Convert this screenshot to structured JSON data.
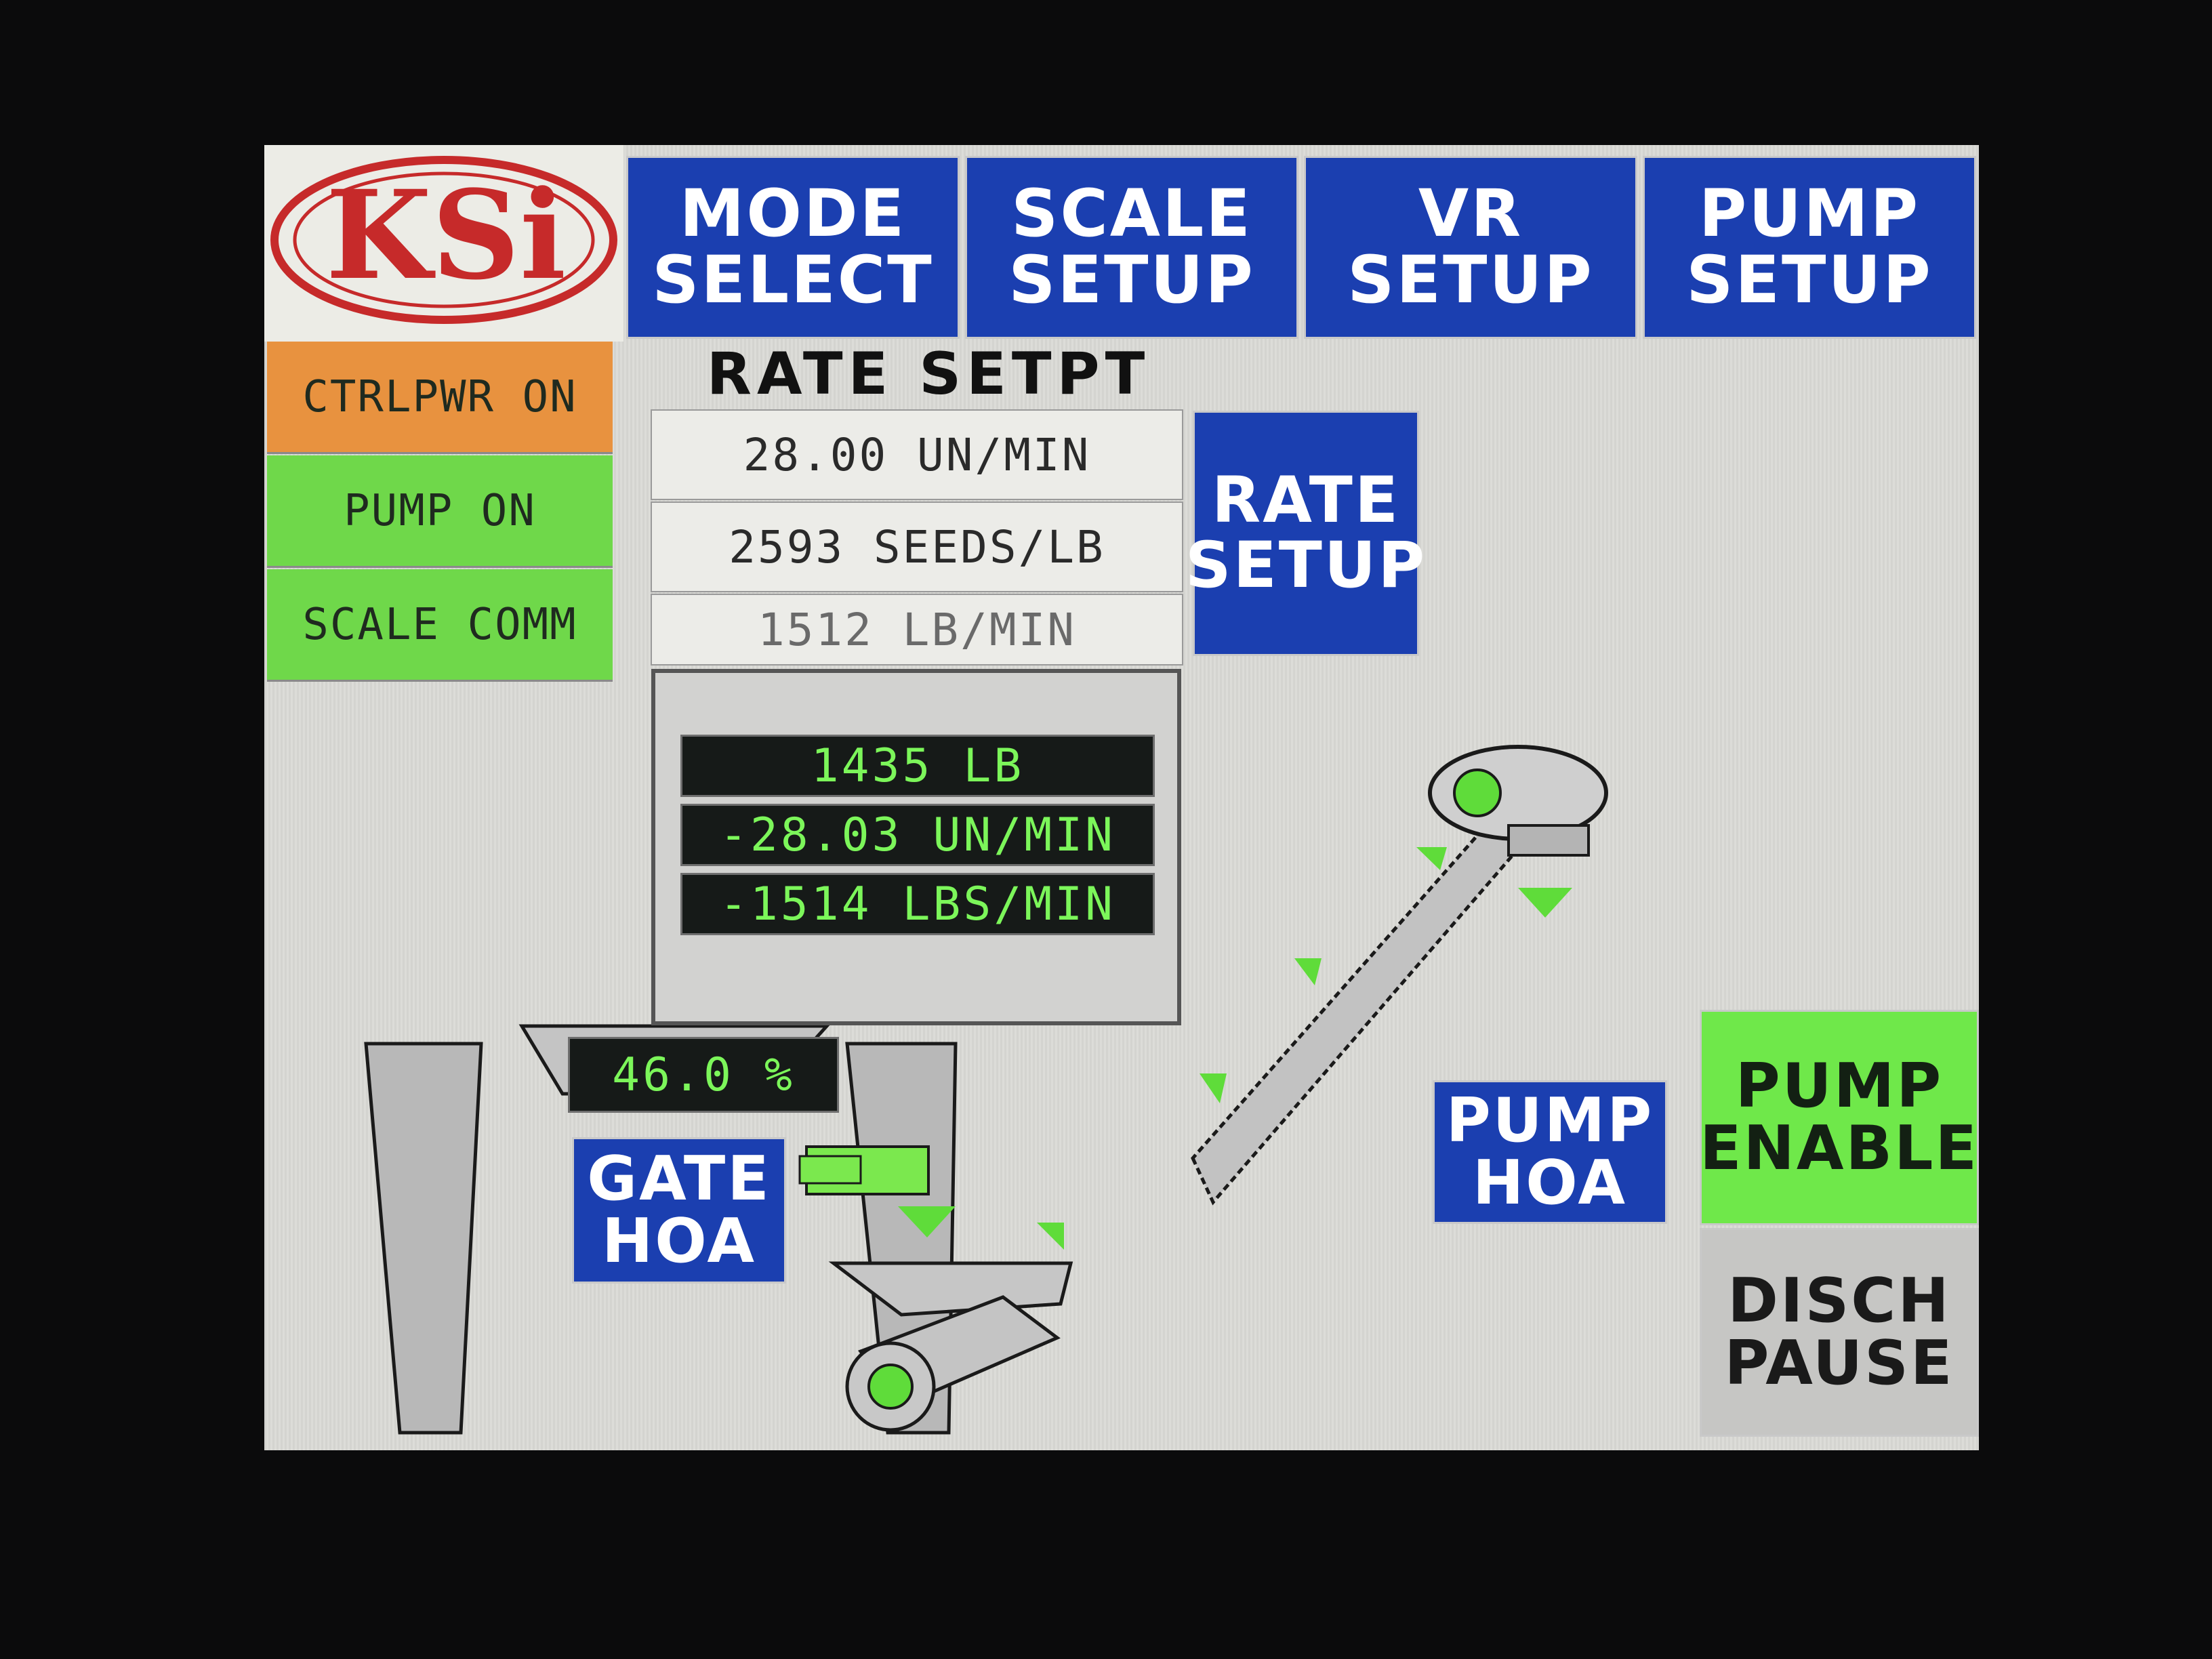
{
  "logo": {
    "text": "KSi"
  },
  "nav": {
    "mode_select": [
      "MODE",
      "SELECT"
    ],
    "scale_setup": [
      "SCALE",
      "SETUP"
    ],
    "vr_setup": [
      "VR",
      "SETUP"
    ],
    "pump_setup": [
      "PUMP",
      "SETUP"
    ]
  },
  "status": {
    "ctrlpwr": "CTRLPWR ON",
    "pump": "PUMP ON",
    "scale_comm": "SCALE COMM"
  },
  "rate": {
    "title": "RATE SETPT",
    "setpoint": "28.00 UN/MIN",
    "seeds": "2593 SEEDS/LB",
    "lb_min": "1512 LB/MIN",
    "setup_button": [
      "RATE",
      "SETUP"
    ]
  },
  "scale": {
    "weight": "1435 LB",
    "rate_un": "-28.03 UN/MIN",
    "rate_lbs": "-1514 LBS/MIN"
  },
  "gate": {
    "percent": "46.0 %",
    "hoa_button": [
      "GATE",
      "HOA"
    ]
  },
  "pump": {
    "hoa_button": [
      "PUMP",
      "HOA"
    ],
    "enable_button": [
      "PUMP",
      "ENABLE"
    ],
    "disch_pause_button": [
      "DISCH",
      "PAUSE"
    ]
  },
  "colors": {
    "nav_blue": "#1b3fb0",
    "status_orange": "#e8923f",
    "status_green": "#6fd84a",
    "lcd_green": "#7cf65a",
    "enable_green": "#6fe84a",
    "logo_red": "#c62a2a"
  }
}
